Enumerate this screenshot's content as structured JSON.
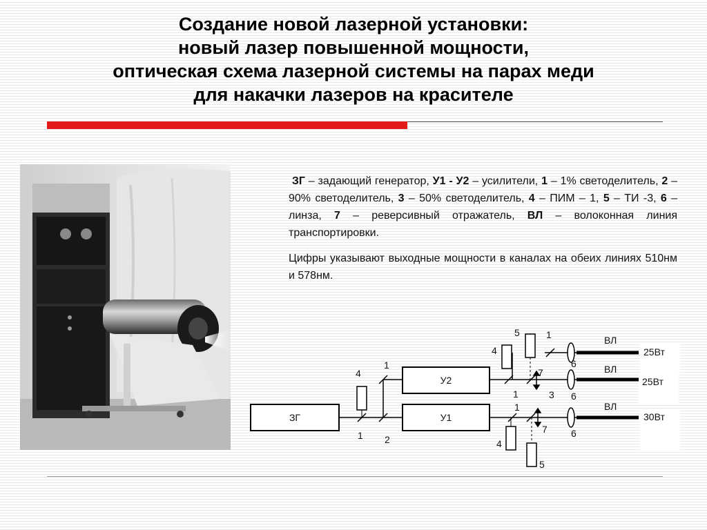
{
  "slide": {
    "title_lines": [
      "Создание новой лазерной установки:",
      "новый лазер повышенной мощности,",
      "оптическая схема лазерной системы на парах меди",
      "для накачки лазеров на красителе"
    ]
  },
  "legend": {
    "items": [
      {
        "key": "ЗГ",
        "text": " – задающий генератор, "
      },
      {
        "key": "У1 - У2",
        "text": " – усилители, "
      },
      {
        "key": "1",
        "text": " – 1% светоделитель, "
      },
      {
        "key": "2",
        "text": " – 90% светоделитель, "
      },
      {
        "key": "3",
        "text": " – 50% светоделитель, "
      },
      {
        "key": "4",
        "text": " – ПИМ – 1, "
      },
      {
        "key": "5",
        "text": " – ТИ -3, "
      },
      {
        "key": "6",
        "text": " – линза, "
      },
      {
        "key": "7",
        "text": " – реверсивный отражатель, "
      },
      {
        "key": "ВЛ",
        "text": " – волоконная линия транспортировки."
      }
    ],
    "note": "Цифры указывают выходные мощности в каналах на обеих линиях 510нм и 578нм."
  },
  "schema": {
    "zg": "ЗГ",
    "u1": "У1",
    "u2": "У2",
    "vl": "ВЛ",
    "power_top": "25Вт",
    "power_mid": "25Вт",
    "power_bot": "30Вт",
    "n1": "1",
    "n2": "2",
    "n3": "3",
    "n4": "4",
    "n5": "5",
    "n6": "6",
    "n7": "7"
  },
  "colors": {
    "accent_red": "#e21a1a",
    "fiber_line": "#000000"
  }
}
